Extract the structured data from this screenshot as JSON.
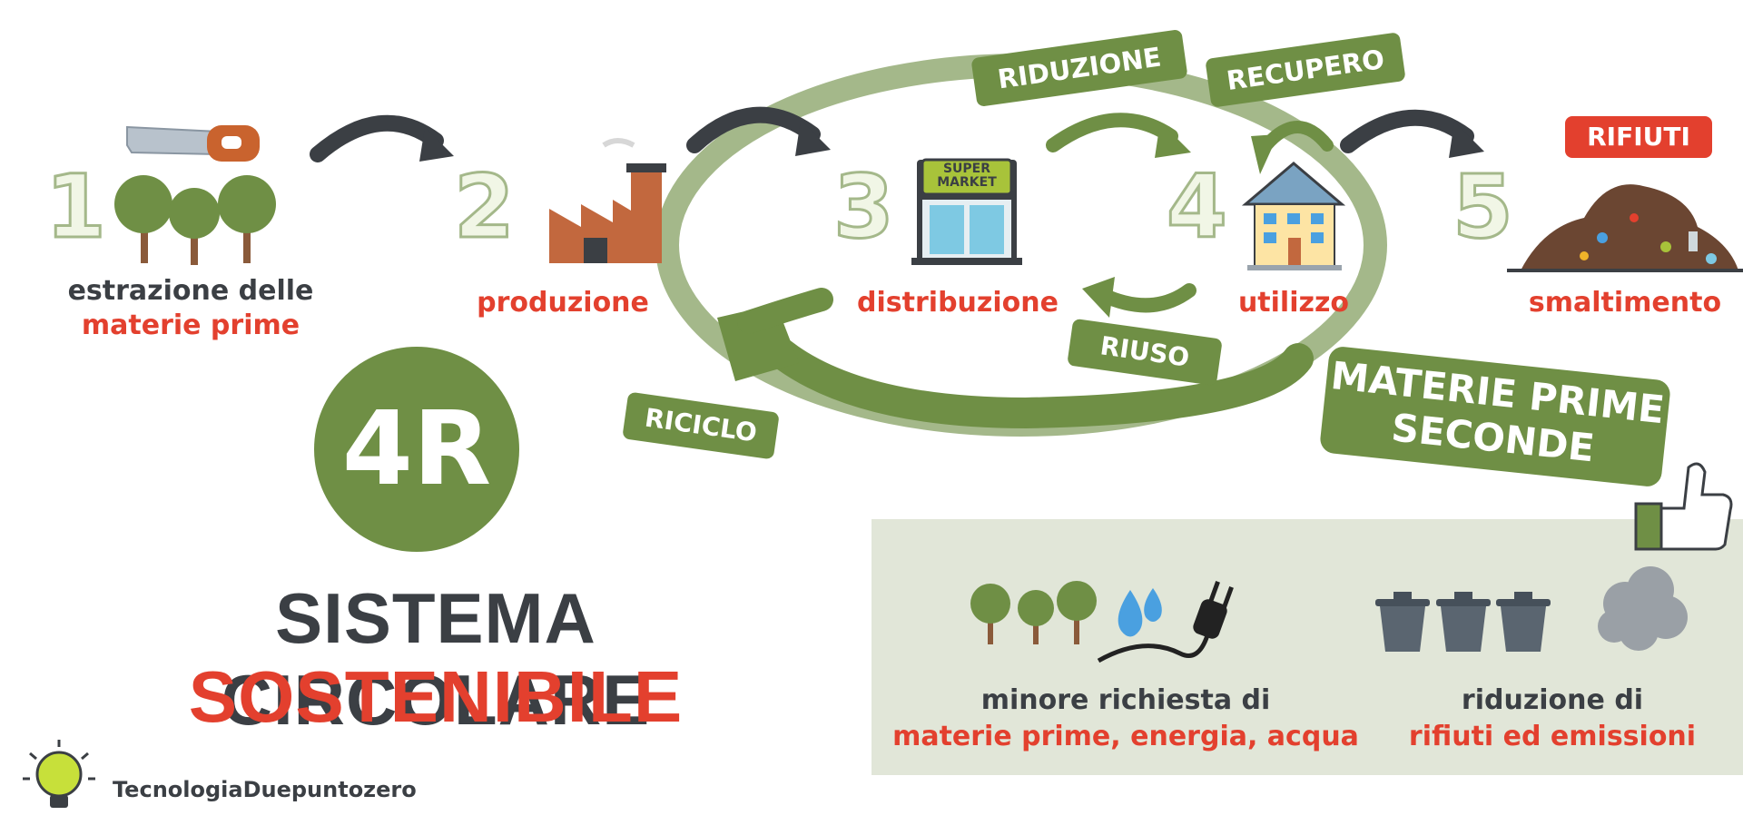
{
  "colors": {
    "green": "#6f8f45",
    "light_green": "#a4b88a",
    "red": "#e3402e",
    "dark": "#3b3f44",
    "panel": "#e1e6d8"
  },
  "steps": [
    {
      "number": "1",
      "line1": "estrazione delle",
      "line2": "materie prime"
    },
    {
      "number": "2",
      "line1": "produzione"
    },
    {
      "number": "3",
      "line1": "distribuzione"
    },
    {
      "number": "4",
      "line1": "utilizzo"
    },
    {
      "number": "5",
      "line1": "smaltimento"
    }
  ],
  "tags": {
    "riduzione": "RIDUZIONE",
    "recupero": "RECUPERO",
    "riuso": "RIUSO",
    "riciclo": "RICICLO",
    "materie_seconde_1": "MATERIE PRIME",
    "materie_seconde_2": "SECONDE",
    "rifiuti": "RIFIUTI"
  },
  "store_sign": {
    "line1": "SUPER",
    "line2": "MARKET"
  },
  "badge": "4R",
  "title": {
    "line1": "SISTEMA CIRCOLARE",
    "line2": "SOSTENIBILE"
  },
  "benefits": [
    {
      "line1": "minore richiesta di",
      "line2": "materie prime, energia, acqua"
    },
    {
      "line1": "riduzione di",
      "line2": "rifiuti ed emissioni"
    }
  ],
  "brand": "TecnologiaDuepuntozero",
  "icons": [
    "saw-icon",
    "trees-icon",
    "factory-icon",
    "supermarket-icon",
    "house-icon",
    "waste-pile-icon",
    "water-drops-icon",
    "plug-icon",
    "trash-bin-icon",
    "smoke-cloud-icon",
    "thumbs-up-icon",
    "lightbulb-icon"
  ]
}
